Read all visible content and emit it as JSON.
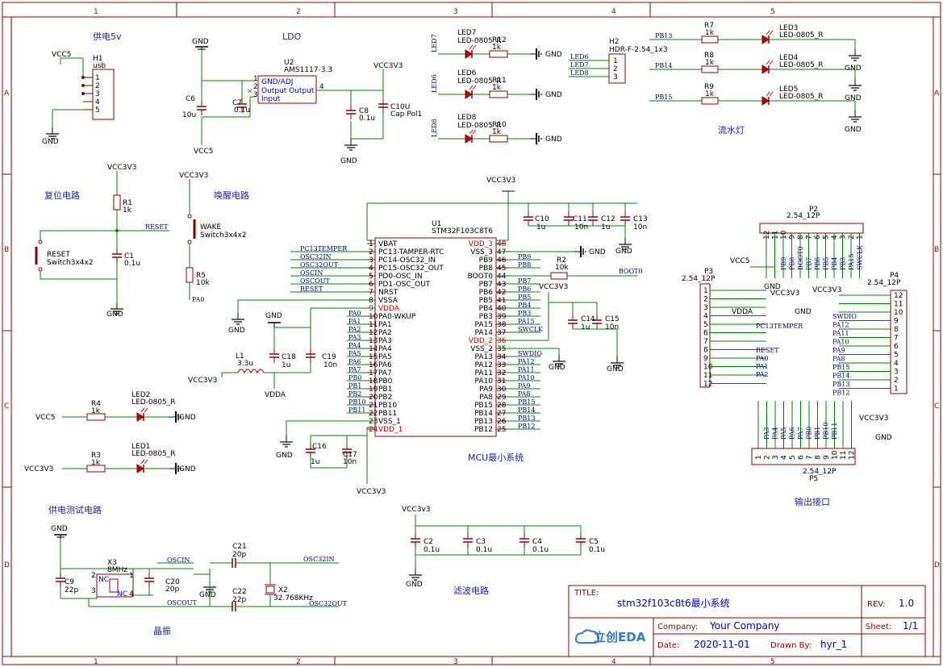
{
  "colors": {
    "frame": "#8b0000",
    "wire": "#008000",
    "part": "#880000",
    "net": "#000080",
    "title_text": "#0000cc"
  },
  "frame": {
    "columns": [
      "1",
      "2",
      "3",
      "4",
      "5"
    ],
    "rows": [
      "A",
      "B",
      "C",
      "D"
    ]
  },
  "sections": {
    "power5v": "供电5v",
    "ldo": "LDO",
    "reset": "复位电路",
    "wake": "唤醒电路",
    "mcu": "MCU最小系统",
    "leds": "流水灯",
    "power_test": "供电测试电路",
    "crystal": "晶振",
    "filter": "滤波电路",
    "output": "输出接口"
  },
  "title_block": {
    "title_label": "TITLE:",
    "title": "stm32f103c8t6最小系统",
    "rev_label": "REV:",
    "rev": "1.0",
    "company_label": "Company:",
    "company": "Your Company",
    "sheet_label": "Sheet:",
    "sheet": "1/1",
    "date_label": "Date:",
    "date": "2020-11-01",
    "drawn_label": "Drawn By:",
    "drawn_by": "hyr_1",
    "logo": "立创EDA"
  },
  "h1": {
    "ref": "H1",
    "value": "usb",
    "net": "VCC5",
    "gnd": "GND",
    "pins": [
      "1",
      "2",
      "3",
      "4",
      "5"
    ]
  },
  "u2": {
    "ref": "U2",
    "value": "AMS1117-3.3",
    "pin1": "GND/ADJ",
    "pin2": "Output Output",
    "pin3": "Input",
    "pin_nums": [
      "1",
      "2",
      "3",
      "4"
    ]
  },
  "ldo_parts": {
    "c6": {
      "ref": "C6",
      "value": "10u"
    },
    "c7": {
      "ref": "C7",
      "value": "0.1u"
    },
    "c8": {
      "ref": "C8",
      "value": "0.1u"
    },
    "c10u": {
      "ref": "C10U",
      "value": "Cap Pol1"
    },
    "in_net": "VCC5",
    "out_net": "VCC3V3",
    "gnd": "GND"
  },
  "reset_parts": {
    "r1": {
      "ref": "R1",
      "value": "1k"
    },
    "c1": {
      "ref": "C1",
      "value": "0.1u"
    },
    "sw": {
      "ref": "RESET",
      "value": "Switch3x4x2"
    },
    "vcc": "VCC3V3",
    "net": "RESET",
    "gnd": "GND"
  },
  "wake_parts": {
    "vcc": "VCC3V3",
    "sw": {
      "ref": "WAKE",
      "value": "Switch3x4x2"
    },
    "r5": {
      "ref": "R5",
      "value": "10k"
    },
    "net": "PA0"
  },
  "mcu": {
    "ref": "U1",
    "value": "STM32F103C8T6",
    "vcc_top": "VCC3V3",
    "vcc_bottom": "VCC3V3",
    "left_pins": [
      {
        "num": "1",
        "name": "VBAT",
        "net": ""
      },
      {
        "num": "2",
        "name": "PC13-TAMPER-RTC",
        "net": "PC13TEMPER"
      },
      {
        "num": "3",
        "name": "PC14-OSC32_IN",
        "net": "OSC32IN"
      },
      {
        "num": "4",
        "name": "PC15-OSC32_OUT",
        "net": "OSC32OUT"
      },
      {
        "num": "5",
        "name": "PD0-OSC_IN",
        "net": "OSCIN"
      },
      {
        "num": "6",
        "name": "PD1-OSC_OUT",
        "net": "OSCOUT"
      },
      {
        "num": "7",
        "name": "NRST",
        "net": "RESET"
      },
      {
        "num": "8",
        "name": "VSSA",
        "net": ""
      },
      {
        "num": "9",
        "name": "VDDA",
        "net": ""
      },
      {
        "num": "10",
        "name": "PA0-WKUP",
        "net": "PA0"
      },
      {
        "num": "11",
        "name": "PA1",
        "net": "PA1"
      },
      {
        "num": "12",
        "name": "PA2",
        "net": "PA2"
      },
      {
        "num": "13",
        "name": "PA3",
        "net": "PA3"
      },
      {
        "num": "14",
        "name": "PA4",
        "net": "PA4"
      },
      {
        "num": "15",
        "name": "PA5",
        "net": "PA5"
      },
      {
        "num": "16",
        "name": "PA6",
        "net": "PA6"
      },
      {
        "num": "17",
        "name": "PA7",
        "net": "PA7"
      },
      {
        "num": "18",
        "name": "PB0",
        "net": "PB0"
      },
      {
        "num": "19",
        "name": "PB1",
        "net": "PB1"
      },
      {
        "num": "20",
        "name": "PB2",
        "net": "PB2"
      },
      {
        "num": "21",
        "name": "PB10",
        "net": "PB10"
      },
      {
        "num": "22",
        "name": "PB11",
        "net": "PB11"
      },
      {
        "num": "23",
        "name": "VSS_1",
        "net": ""
      },
      {
        "num": "24",
        "name": "VDD_1",
        "net": ""
      }
    ],
    "right_pins": [
      {
        "num": "48",
        "name": "VDD_3",
        "net": ""
      },
      {
        "num": "47",
        "name": "VSS_3",
        "net": ""
      },
      {
        "num": "46",
        "name": "PB9",
        "net": "PB9"
      },
      {
        "num": "45",
        "name": "PB8",
        "net": "PB8"
      },
      {
        "num": "44",
        "name": "BOOT0",
        "net": ""
      },
      {
        "num": "43",
        "name": "PB7",
        "net": "PB7"
      },
      {
        "num": "42",
        "name": "PB6",
        "net": "PB6"
      },
      {
        "num": "41",
        "name": "PB5",
        "net": "PB5"
      },
      {
        "num": "40",
        "name": "PB4",
        "net": "PB4"
      },
      {
        "num": "39",
        "name": "PB3",
        "net": "PB3"
      },
      {
        "num": "38",
        "name": "PA15",
        "net": "PA15"
      },
      {
        "num": "37",
        "name": "PA14",
        "net": "SWCLK"
      },
      {
        "num": "36",
        "name": "VDD_2",
        "net": ""
      },
      {
        "num": "35",
        "name": "VSS_2",
        "net": ""
      },
      {
        "num": "34",
        "name": "PA13",
        "net": "SWDIO"
      },
      {
        "num": "33",
        "name": "PA12",
        "net": "PA12"
      },
      {
        "num": "32",
        "name": "PA11",
        "net": "PA11"
      },
      {
        "num": "31",
        "name": "PA10",
        "net": "PA10"
      },
      {
        "num": "30",
        "name": "PA9",
        "net": "PA9"
      },
      {
        "num": "29",
        "name": "PA8",
        "net": "PA8"
      },
      {
        "num": "28",
        "name": "PB15",
        "net": "PB15"
      },
      {
        "num": "27",
        "name": "PB14",
        "net": "PB14"
      },
      {
        "num": "26",
        "name": "PB13",
        "net": "PB13"
      },
      {
        "num": "25",
        "name": "PB12",
        "net": "PB12"
      }
    ]
  },
  "mcu_caps": {
    "c10": {
      "ref": "C10",
      "value": "1u"
    },
    "c11": {
      "ref": "C11",
      "value": "10n"
    },
    "c12": {
      "ref": "C12",
      "value": "1u"
    },
    "c13": {
      "ref": "C13",
      "value": "10n"
    },
    "c14": {
      "ref": "C14",
      "value": "1u"
    },
    "c15": {
      "ref": "C15",
      "value": "10n"
    },
    "c16": {
      "ref": "C16",
      "value": "1u"
    },
    "c17": {
      "ref": "C17",
      "value": "10n"
    },
    "c18": {
      "ref": "C18",
      "value": "1u"
    },
    "c19": {
      "ref": "C19",
      "value": "10n"
    },
    "l1": {
      "ref": "L1",
      "value": "3.3u"
    },
    "r2": {
      "ref": "R2",
      "value": "10k"
    },
    "boot0": "BOOT0",
    "vdda": "VDDA",
    "vcc": "VCC3V3",
    "gnd": "GND"
  },
  "led_top": [
    {
      "ref": "LED7",
      "value": "LED-0805_R",
      "net": "LED7",
      "r": "R12",
      "rv": "1k"
    },
    {
      "ref": "LED6",
      "value": "LED-0805_R",
      "net": "LED6",
      "r": "R11",
      "rv": "1k"
    },
    {
      "ref": "LED8",
      "value": "LED-0805_R",
      "net": "LED8",
      "r": "R10",
      "rv": "1k"
    }
  ],
  "h2": {
    "ref": "H2",
    "value": "HDR-F-2.54_1x3",
    "nets": [
      "LED6",
      "LED7",
      "LED8"
    ],
    "pins": [
      "1",
      "2",
      "3"
    ]
  },
  "led_right": [
    {
      "ref": "LED3",
      "value": "LED-0805_R",
      "net": "PB13",
      "r": "R7",
      "rv": "1k"
    },
    {
      "ref": "LED4",
      "value": "LED-0805_R",
      "net": "PB14",
      "r": "R8",
      "rv": "1k"
    },
    {
      "ref": "LED5",
      "value": "LED-0805_R",
      "net": "PB15",
      "r": "R9",
      "rv": "1k"
    }
  ],
  "power_test": [
    {
      "ref": "LED2",
      "value": "LED-0805_R",
      "r": "R4",
      "rv": "1k",
      "net": "VCC5"
    },
    {
      "ref": "LED1",
      "value": "LED-0805_R",
      "r": "R3",
      "rv": "1k",
      "net": "VCC3V3"
    }
  ],
  "crystal": {
    "x3": {
      "ref": "X3",
      "value": "8MHz"
    },
    "x2": {
      "ref": "X2",
      "value": "32.768KHz"
    },
    "c9": {
      "ref": "C9",
      "value": "22p"
    },
    "c20": {
      "ref": "C20",
      "value": "20p"
    },
    "c21": {
      "ref": "C21",
      "value": "20p"
    },
    "c22": {
      "ref": "C22",
      "value": "22p"
    },
    "nets": {
      "oscin": "OSCIN",
      "oscout": "OSCOUT",
      "osc32in": "OSC32IN",
      "osc32out": "OSC32OUT"
    },
    "nc": "NC",
    "gnd": "GND",
    "pins": [
      "1",
      "2",
      "3",
      "4"
    ]
  },
  "filter": {
    "vcc": "VCC3v3",
    "gnd": "GND",
    "caps": [
      {
        "ref": "C2",
        "value": "0.1u"
      },
      {
        "ref": "C3",
        "value": "0.1u"
      },
      {
        "ref": "C4",
        "value": "0.1u"
      },
      {
        "ref": "C5",
        "value": "0.1u"
      }
    ]
  },
  "p2": {
    "ref": "P2",
    "value": "2.54_12P",
    "pins": [
      "12",
      "11",
      "10",
      "9",
      "8",
      "7",
      "6",
      "5",
      "4",
      "3",
      "2",
      "1"
    ],
    "nets": [
      "PB9",
      "PB8",
      "BOOT0",
      "PB7",
      "PB6",
      "PB5",
      "PB4",
      "PB3",
      "PA15",
      "SWCLK"
    ],
    "vcc": "VCC5",
    "gnd": "GND"
  },
  "p3": {
    "ref": "P3",
    "value": "2.54_12P",
    "pins": [
      "1",
      "2",
      "3",
      "4",
      "5",
      "6",
      "7",
      "8",
      "9",
      "10",
      "11",
      "12"
    ],
    "nets": [
      "VCC3V3",
      "GND",
      "VDDA",
      "PC13TEMPER",
      "RESET",
      "PA0",
      "PA1",
      "PA2"
    ]
  },
  "p4": {
    "ref": "P4",
    "value": "2.54_12P",
    "pins": [
      "12",
      "11",
      "10",
      "9",
      "8",
      "7",
      "6",
      "5",
      "4",
      "3",
      "2",
      "1"
    ],
    "nets": [
      "VCC3V3",
      "SWDIO",
      "PA12",
      "PA11",
      "PA10",
      "PA9",
      "PA8",
      "PB15",
      "PB14",
      "PB13",
      "PB12"
    ]
  },
  "p5": {
    "ref": "P5",
    "value": "2.54_12P",
    "pins": [
      "1",
      "2",
      "3",
      "4",
      "5",
      "6",
      "7",
      "8",
      "9",
      "10",
      "11",
      "12"
    ],
    "nets": [
      "PA3",
      "PA4",
      "PA5",
      "PA6",
      "PA7",
      "PB0",
      "PB1",
      "PB10",
      "PB11"
    ],
    "vcc": "VCC3V3",
    "gnd": "GND"
  }
}
